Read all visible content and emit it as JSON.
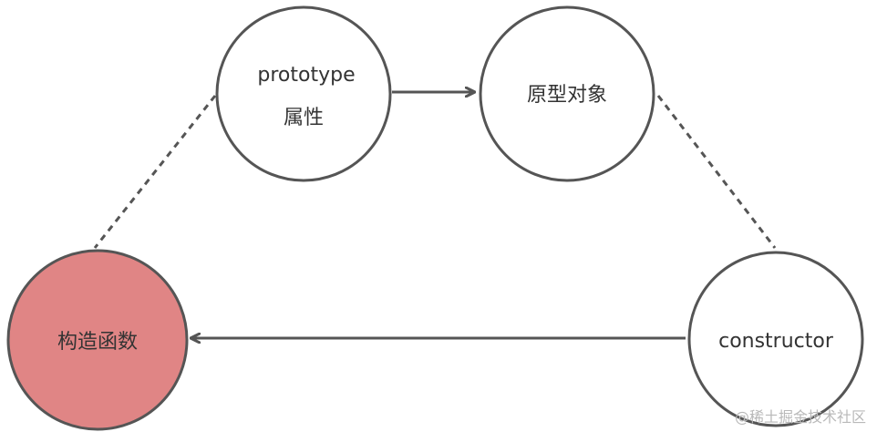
{
  "nodes": {
    "prototype_property": {
      "label_line1": "prototype",
      "label_line2": "属性",
      "fill": "#ffffff"
    },
    "prototype_object": {
      "label": "原型对象",
      "fill": "#ffffff"
    },
    "constructor_property": {
      "label": "constructor",
      "fill": "#ffffff"
    },
    "constructor_function": {
      "label": "构造函数",
      "fill": "#e08585"
    }
  },
  "edges": [
    {
      "from": "prototype_property",
      "to": "prototype_object",
      "style": "solid-arrow"
    },
    {
      "from": "constructor_property",
      "to": "constructor_function",
      "style": "solid-arrow"
    },
    {
      "from": "prototype_property",
      "to": "constructor_function",
      "style": "dashed"
    },
    {
      "from": "prototype_object",
      "to": "constructor_property",
      "style": "dashed"
    }
  ],
  "watermark": "@稀土掘金技术社区",
  "colors": {
    "stroke": "#555555",
    "accent": "#e08585",
    "text": "#333333"
  }
}
